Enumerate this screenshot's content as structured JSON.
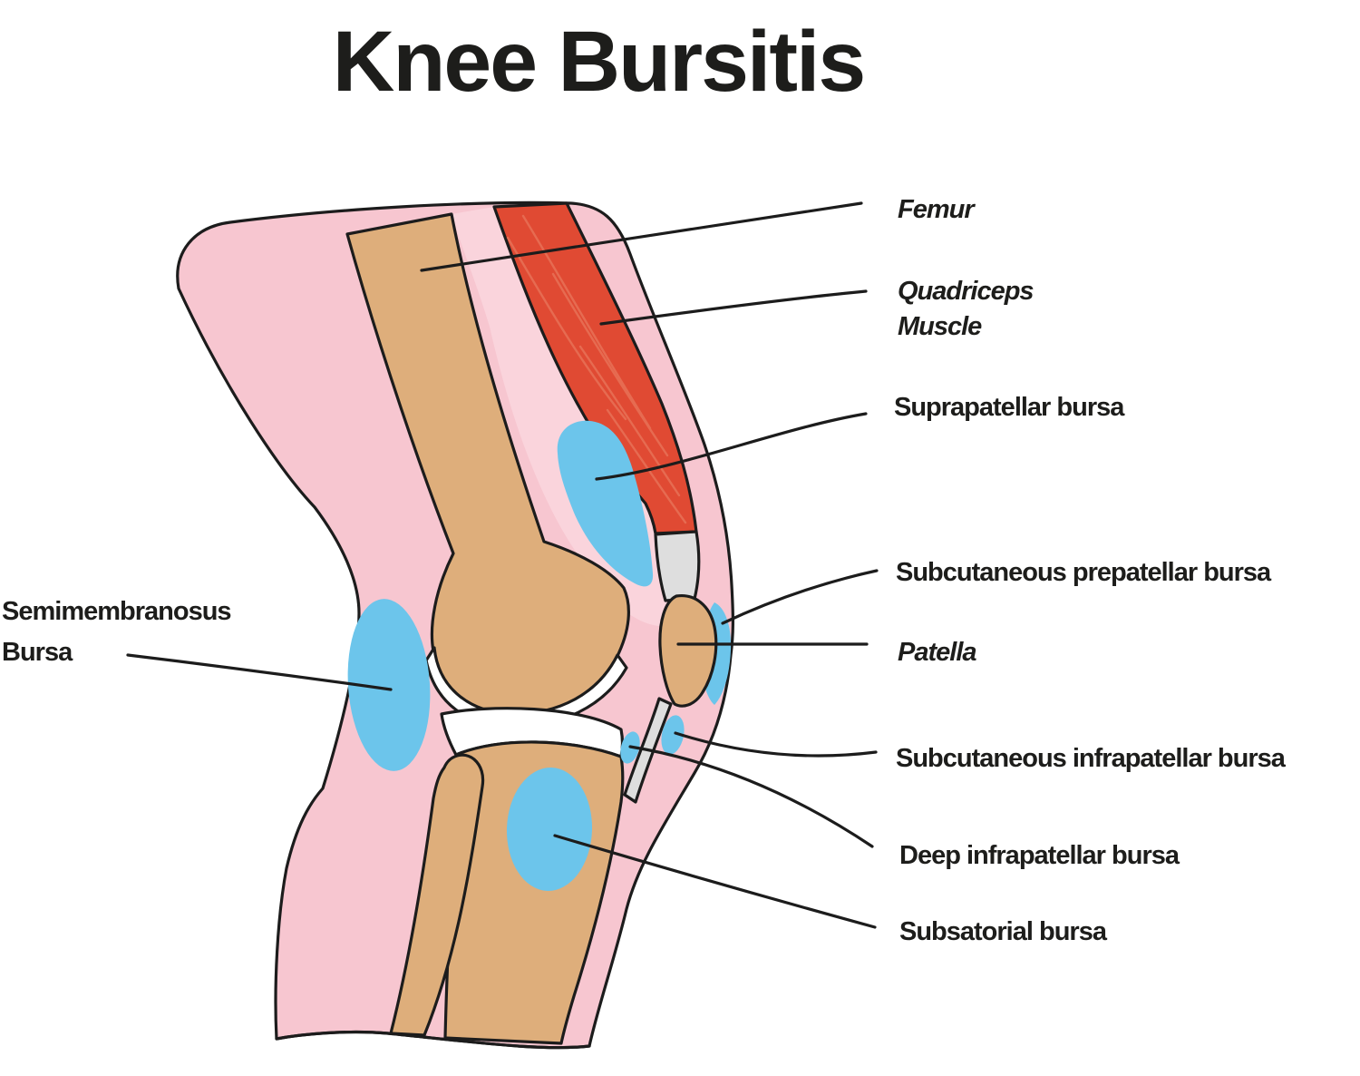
{
  "title": "Knee Bursitis",
  "labels": {
    "femur": "Femur",
    "quadriceps_line1": "Quadriceps",
    "quadriceps_line2": "Muscle",
    "suprapatellar": "Suprapatellar bursa",
    "prepatellar": "Subcutaneous prepatellar bursa",
    "patella": "Patella",
    "subcutaneous_infrapatellar": "Subcutaneous infrapatellar bursa",
    "deep_infrapatellar": "Deep infrapatellar bursa",
    "subsatorial": "Subsatorial bursa",
    "semimembranosus_line1": "Semimembranosus",
    "semimembranosus_line2": "Bursa"
  },
  "colors": {
    "background": "#FFFFFF",
    "skin": "#F7C6D0",
    "tissue": "#FAD4DC",
    "bone": "#DEAE7B",
    "muscle": "#E04A33",
    "muscle_striation": "#E8765C",
    "bursa": "#6CC5EB",
    "tendon": "#DEDEDE",
    "cartilage": "#FFFFFF",
    "outline": "#1C1C1C",
    "text": "#1D1D1B"
  }
}
